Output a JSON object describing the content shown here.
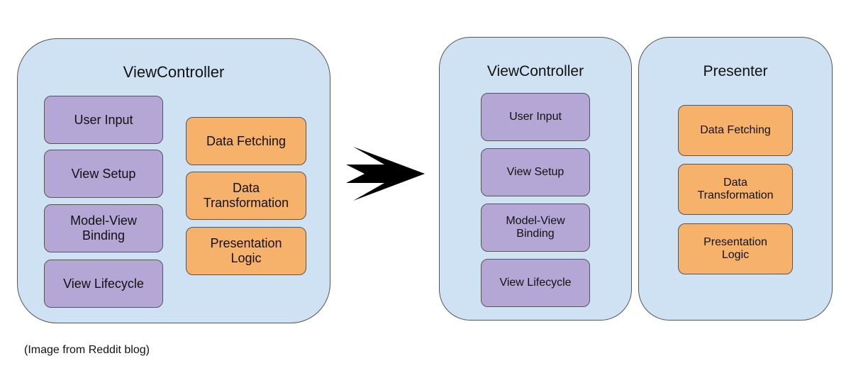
{
  "left": {
    "title": "ViewController",
    "view_boxes": [
      "User Input",
      "View Setup",
      "Model-View\nBinding",
      "View Lifecycle"
    ],
    "presenter_boxes": [
      "Data Fetching",
      "Data\nTransformation",
      "Presentation\nLogic"
    ]
  },
  "right_vc": {
    "title": "ViewController",
    "boxes": [
      "User Input",
      "View Setup",
      "Model-View\nBinding",
      "View Lifecycle"
    ]
  },
  "right_presenter": {
    "title": "Presenter",
    "boxes": [
      "Data Fetching",
      "Data\nTransformation",
      "Presentation\nLogic"
    ]
  },
  "caption": "(Image from Reddit blog)",
  "colors": {
    "container": "#cfe2f3",
    "view_box": "#b4a7d6",
    "presenter_box": "#f6b26b"
  },
  "icons": {
    "arrow": "right-arrow-icon"
  }
}
